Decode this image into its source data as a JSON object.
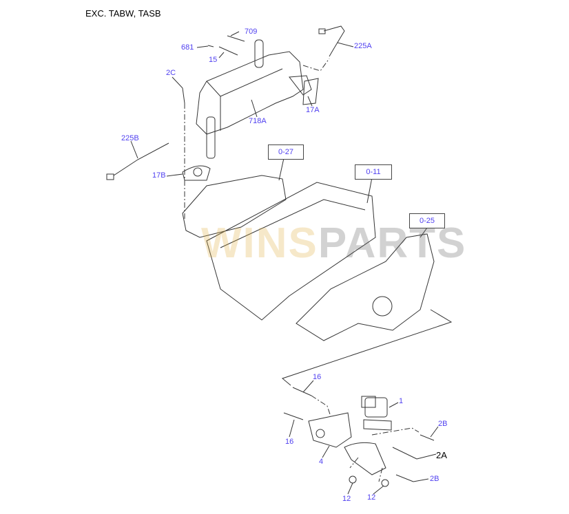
{
  "header": {
    "title": "EXC. TABW, TASB"
  },
  "watermark": {
    "part1": "WINS",
    "part2": "PARTS"
  },
  "references": [
    {
      "label": "0-27"
    },
    {
      "label": "0-11"
    },
    {
      "label": "0-25"
    }
  ],
  "callouts": {
    "c709": "709",
    "c681": "681",
    "c15": "15",
    "c225A": "225A",
    "c2C": "2C",
    "c17A": "17A",
    "c718A": "718A",
    "c225B": "225B",
    "c17B": "17B",
    "c16a": "16",
    "c16b": "16",
    "c1": "1",
    "c2Ba": "2B",
    "c2A": "2A",
    "c4": "4",
    "c2Bb": "2B",
    "c12a": "12",
    "c12b": "12"
  },
  "colors": {
    "callout": "#5040f0",
    "line": "#333333"
  }
}
